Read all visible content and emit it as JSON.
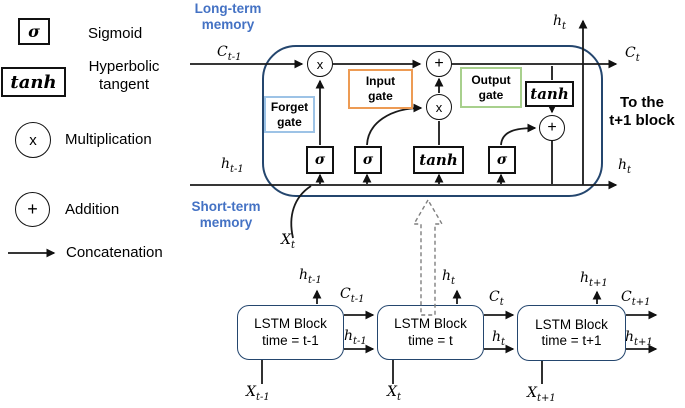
{
  "colors": {
    "accent_blue": "#4472C4",
    "cell_border": "#24466E",
    "forget_gate_border": "#9DC3E6",
    "input_gate_border": "#ED9B54",
    "output_gate_border": "#A8D08D"
  },
  "legend": {
    "sigmoid_symbol": "σ",
    "sigmoid_label": "Sigmoid",
    "tanh_symbol": "tanh",
    "tanh_label": "Hyperbolic\ntangent",
    "multiply_symbol": "x",
    "multiply_label": "Multiplication",
    "add_symbol": "+",
    "add_label": "Addition",
    "concat_label": "Concatenation"
  },
  "cell": {
    "long_term_label": "Long-term\nmemory",
    "short_term_label": "Short-term\nmemory",
    "c_in": "C_t-1",
    "h_in": "h_t-1",
    "x_in": "X_t",
    "c_out": "C_t",
    "h_out_top": "h_t",
    "h_out_right": "h_t",
    "forget_gate": "Forget\ngate",
    "input_gate": "Input\ngate",
    "output_gate": "Output\ngate",
    "sigmoid": "σ",
    "tanh": "tanh",
    "multiply": "x",
    "add": "+",
    "to_next_label": "To the\nt+1 block"
  },
  "sequence": {
    "blocks": [
      {
        "title": "LSTM Block\ntime = t-1",
        "h_top": "h_t-1",
        "x_in": "X_t-1"
      },
      {
        "title": "LSTM Block\ntime = t",
        "h_top": "h_t",
        "x_in": "X_t"
      },
      {
        "title": "LSTM Block\ntime = t+1",
        "h_top": "h_t+1",
        "x_in": "X_t+1"
      }
    ],
    "links": [
      {
        "c": "C_t-1",
        "h": "h_t-1"
      },
      {
        "c": "C_t",
        "h": "h_t"
      },
      {
        "c": "C_t+1",
        "h": "h_t+1"
      }
    ]
  }
}
